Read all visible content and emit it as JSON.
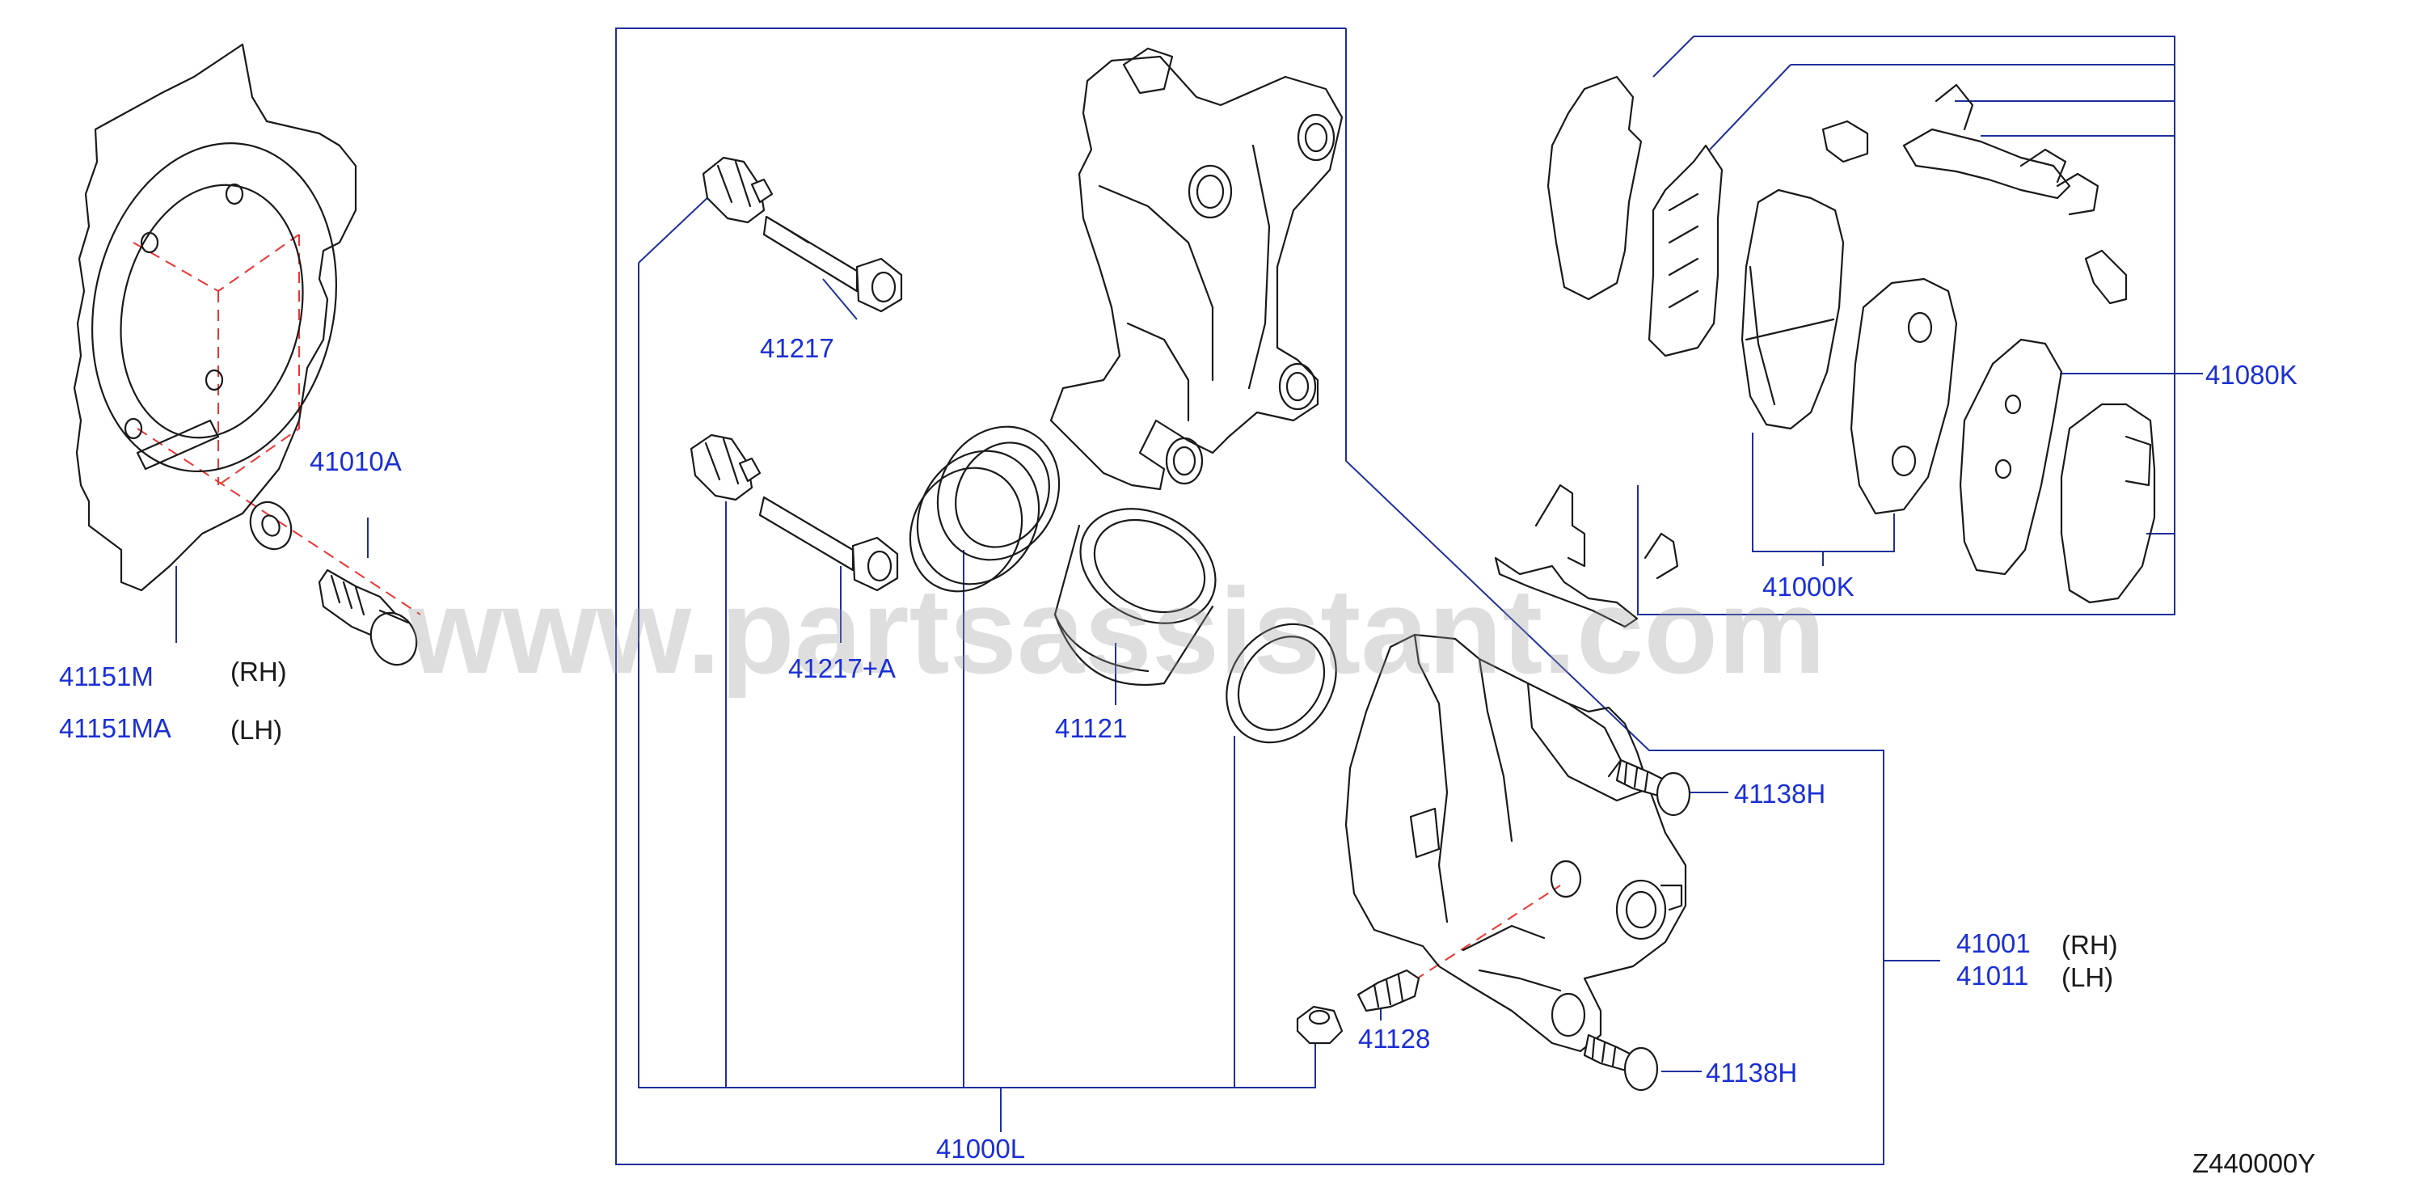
{
  "watermark": "www.partsassistant.com",
  "diagram_code": "Z440000Y",
  "colors": {
    "label": "#1a2fd6",
    "leader": "#1f2f9c",
    "axis": "#e33333",
    "part": "#1a1a1a"
  },
  "labels": {
    "p41217": "41217",
    "p41217a": "41217+A",
    "p41010a": "41010A",
    "p41151m": "41151M",
    "p41151ma": "41151MA",
    "p41121": "41121",
    "p41000l": "41000L",
    "p41128": "41128",
    "p41138h_top": "41138H",
    "p41138h_bottom": "41138H",
    "p41001": "41001",
    "p41011": "41011",
    "p41000k": "41000K",
    "p41080k": "41080K"
  },
  "sides": {
    "s41151m": "(RH)",
    "s41151ma": "(LH)",
    "s41001": "(RH)",
    "s41011": "(LH)"
  }
}
